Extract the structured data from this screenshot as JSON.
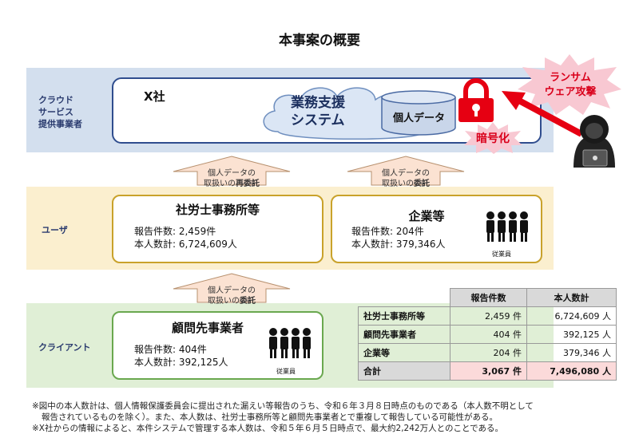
{
  "title": "本事案の概要",
  "bands": {
    "cloud_label": [
      "クラウド",
      "サービス",
      "提供事業者"
    ],
    "user_label": "ユーザ",
    "client_label": "クライアント"
  },
  "cloud": {
    "company": "X社",
    "system": [
      "業務支援",
      "システム"
    ],
    "personal_data": "個人データ",
    "encrypted": "暗号化",
    "ransomware": [
      "ランサム",
      "ウェア攻撃"
    ]
  },
  "arrows": {
    "left_top": {
      "line1": "個人データの",
      "line2": "取扱いの",
      "emph": "再委託"
    },
    "right_top": {
      "line1": "個人データの",
      "line2": "取扱いの",
      "emph": "委託"
    },
    "bottom": {
      "line1": "個人データの",
      "line2": "取扱いの",
      "emph": "委託"
    }
  },
  "boxes": {
    "sharoushi": {
      "title": "社労士事務所等",
      "reports": "報告件数: 2,459件",
      "persons": "本人数計: 6,724,609人"
    },
    "kigyou": {
      "title": "企業等",
      "reports": "報告件数: 204件",
      "persons": "本人数計: 379,346人",
      "employee_label": "従業員"
    },
    "komon": {
      "title": "顧問先事業者",
      "reports": "報告件数: 404件",
      "persons": "本人数計: 392,125人",
      "employee_label": "従業員"
    }
  },
  "table": {
    "headers": [
      "報告件数",
      "本人数計"
    ],
    "rows": [
      {
        "label": "社労士事務所等",
        "reports": "2,459 件",
        "persons": "6,724,609 人"
      },
      {
        "label": "顧問先事業者",
        "reports": "404 件",
        "persons": "392,125 人"
      },
      {
        "label": "企業等",
        "reports": "204 件",
        "persons": "379,346 人"
      }
    ],
    "total": {
      "label": "合計",
      "reports": "3,067 件",
      "persons": "7,496,080 人"
    }
  },
  "notes": [
    "※図中の本人数計は、個人情報保護委員会に提出された漏えい等報告のうち、令和６年３月８日時点のものである（本人数不明として",
    "報告されているものを除く）。また、本人数は、社労士事務所等と顧問先事業者とで重複して報告している可能性がある。",
    "※X社からの情報によると、本件システムで管理する本人数は、令和５年６月５日時点で、最大約2,242万人とのことである。"
  ],
  "colors": {
    "cloud_band": "#d3dfee",
    "user_band": "#fbefcf",
    "client_band": "#e0efd6",
    "attack_red": "#e60012",
    "burst_pink": "#f8c8d2"
  }
}
